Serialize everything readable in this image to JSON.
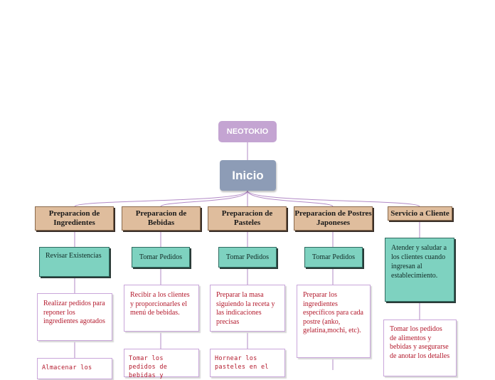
{
  "brand": "NEOTOKIO",
  "root": "Inicio",
  "columns": [
    {
      "category": "Preparacion de Ingredientes",
      "task": "Revisar Existencias",
      "notes": [
        "Realizar pedidos para reponer los ingredientes agotados",
        "Almacenar los"
      ]
    },
    {
      "category": "Preparacion de Bebidas",
      "task": "Tomar Pedidos",
      "notes": [
        "Recibir a los clientes y proporcionarles el menú de bebidas.",
        "Tomar los pedidos de bebidas y"
      ]
    },
    {
      "category": "Preparacion de Pasteles",
      "task": "Tomar Pedidos",
      "notes": [
        "Preparar la masa siguiendo la receta y las indicaciones precisas",
        "Hornear los pasteles en el"
      ]
    },
    {
      "category": "Preparacion de Postres Japoneses",
      "task": "Tomar Pedidos",
      "notes": [
        "Preparar los ingredientes específicos para cada postre (anko, gelatina,mochi, etc)."
      ]
    },
    {
      "category": "Servicio a Cliente",
      "task": "Atender y saludar a los clientes cuando ingresan al establecimiento.",
      "notes": [
        "Tomar los pedidos de alimentos y bebidas y asegurarse de anotar los detalles"
      ]
    }
  ]
}
